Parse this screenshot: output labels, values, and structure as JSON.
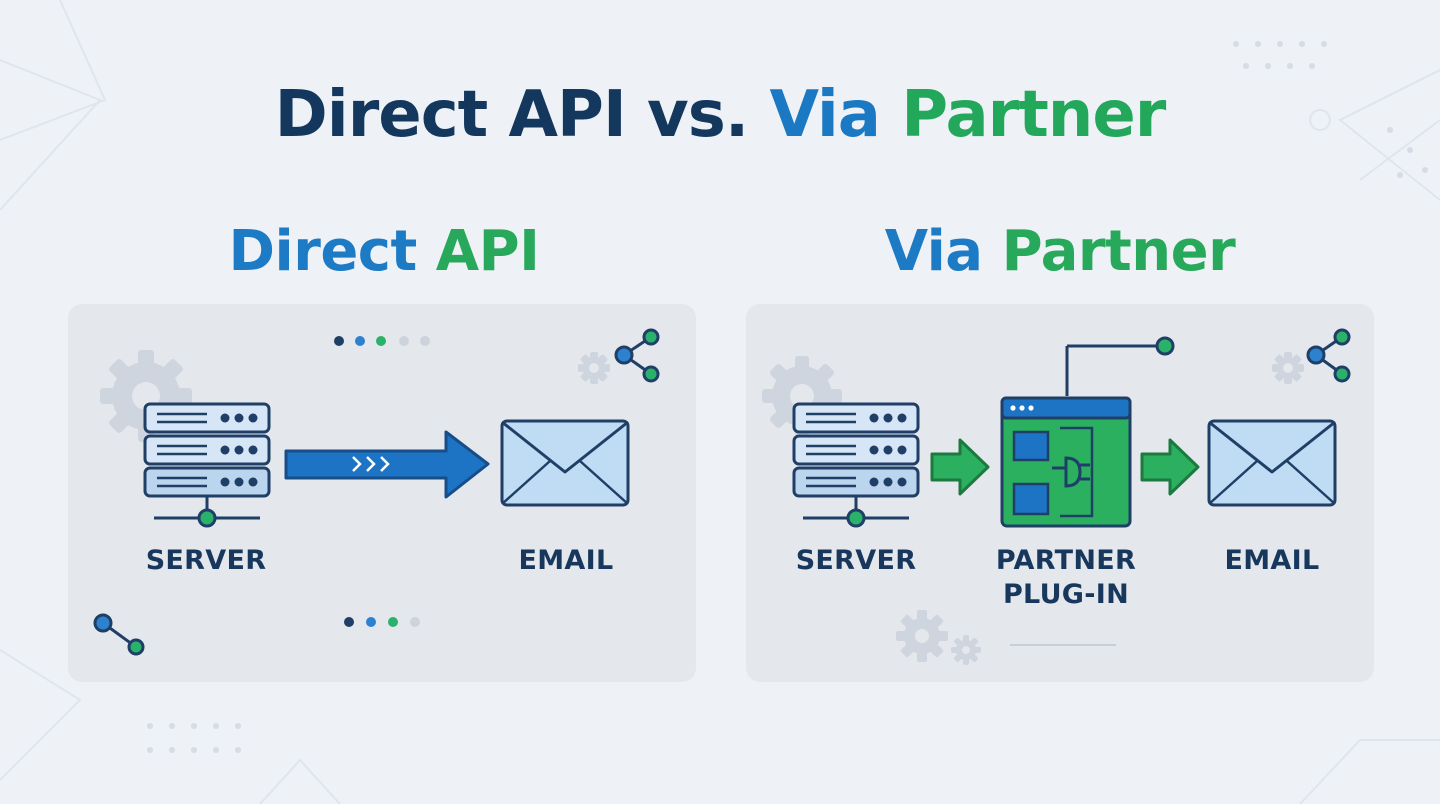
{
  "title": {
    "part1": "Direct API vs.",
    "part2": "Via",
    "part3": "Partner"
  },
  "direct_panel": {
    "heading_part1": "Direct",
    "heading_part2": "API",
    "server_label": "SERVER",
    "email_label": "EMAIL"
  },
  "partner_panel": {
    "heading_part1": "Via",
    "heading_part2": "Partner",
    "server_label": "SERVER",
    "plugin_label_line1": "PARTNER",
    "plugin_label_line2": "PLUG-IN",
    "email_label": "EMAIL"
  },
  "colors": {
    "navy": "#14375e",
    "blue": "#1d7ac4",
    "green": "#27a85a",
    "panel_bg": "#e4e7ec",
    "page_bg": "#eef2f7"
  }
}
